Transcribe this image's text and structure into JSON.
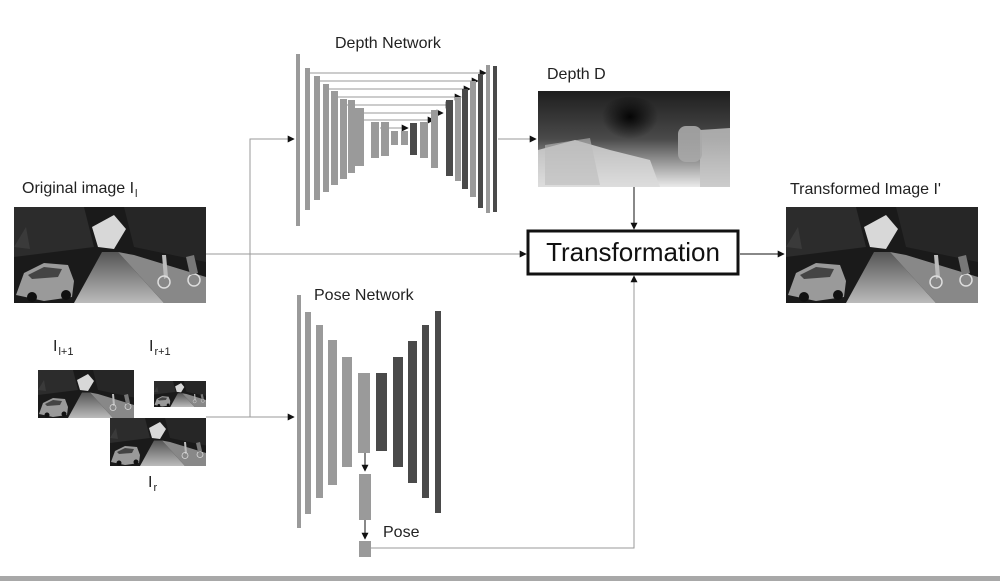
{
  "depth_network": {
    "label": "Depth Network"
  },
  "depth_output": {
    "label": "Depth D"
  },
  "original_image": {
    "label": "Original image I",
    "subscript": "l"
  },
  "transformed_image": {
    "label": "Transformed Image I'"
  },
  "transformation": {
    "label": "Transformation"
  },
  "pose_network": {
    "label": "Pose Network"
  },
  "pose_output": {
    "label": "Pose"
  },
  "input_images": {
    "left_next": {
      "label": "I",
      "subscript": "l+1"
    },
    "right_next": {
      "label": "I",
      "subscript": "r+1"
    },
    "right": {
      "label": "I",
      "subscript": "r"
    }
  },
  "colors": {
    "arrow": "#111111",
    "connector": "#9a9a9a",
    "layer_light": "#9a9a9a",
    "layer_dark": "#4a4a4a",
    "bottom_bar": "#a8a8a8"
  }
}
